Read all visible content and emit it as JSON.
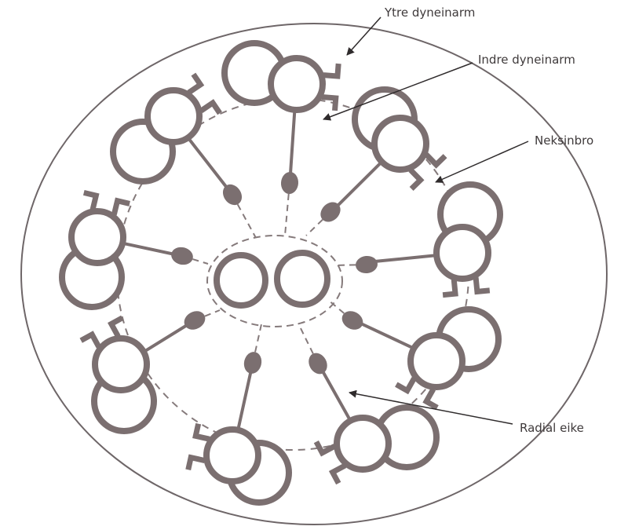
{
  "labels": {
    "outer_dynein_arm": "Ytre dyneinarm",
    "inner_dynein_arm": "Indre dyneinarm",
    "nexin_link": "Neksinbro",
    "radial_spoke": "Radial eike"
  },
  "colors": {
    "structure": "#7b6f70",
    "outline": "#6e6668",
    "dash": "#857a7b",
    "arrow": "#2f2b2c"
  },
  "doublet_count": 9,
  "central_pair_count": 2
}
